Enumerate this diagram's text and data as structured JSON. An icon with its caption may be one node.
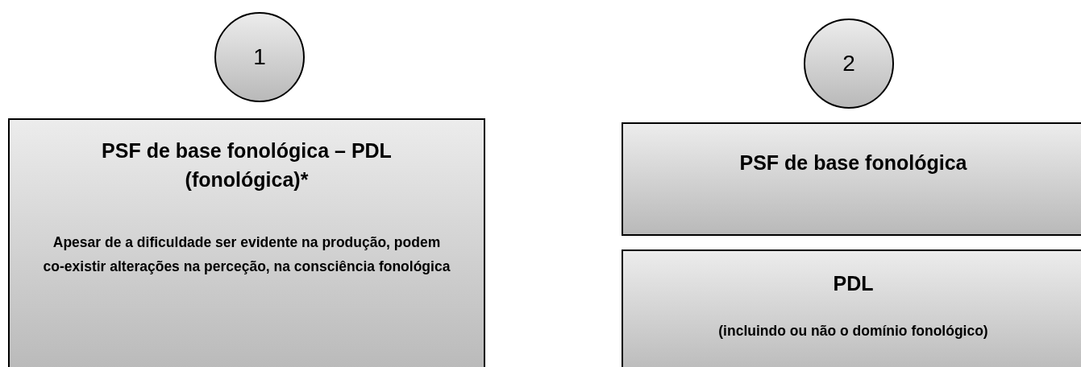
{
  "diagram": {
    "nodes": [
      {
        "text": [
          "1"
        ]
      },
      {
        "text": [
          "PSF de base fonológica  – PDL (fonológica)*",
          "Apesar de a dificuldade ser evidente na produção, podem co-existir alterações na perceção, na consciência fonológica"
        ]
      },
      {
        "text": [
          "2"
        ]
      },
      {
        "text": [
          "PSF de base fonológica"
        ]
      },
      {
        "text": [
          "PDL",
          "(incluindo ou não o domínio fonológico)"
        ]
      }
    ]
  }
}
